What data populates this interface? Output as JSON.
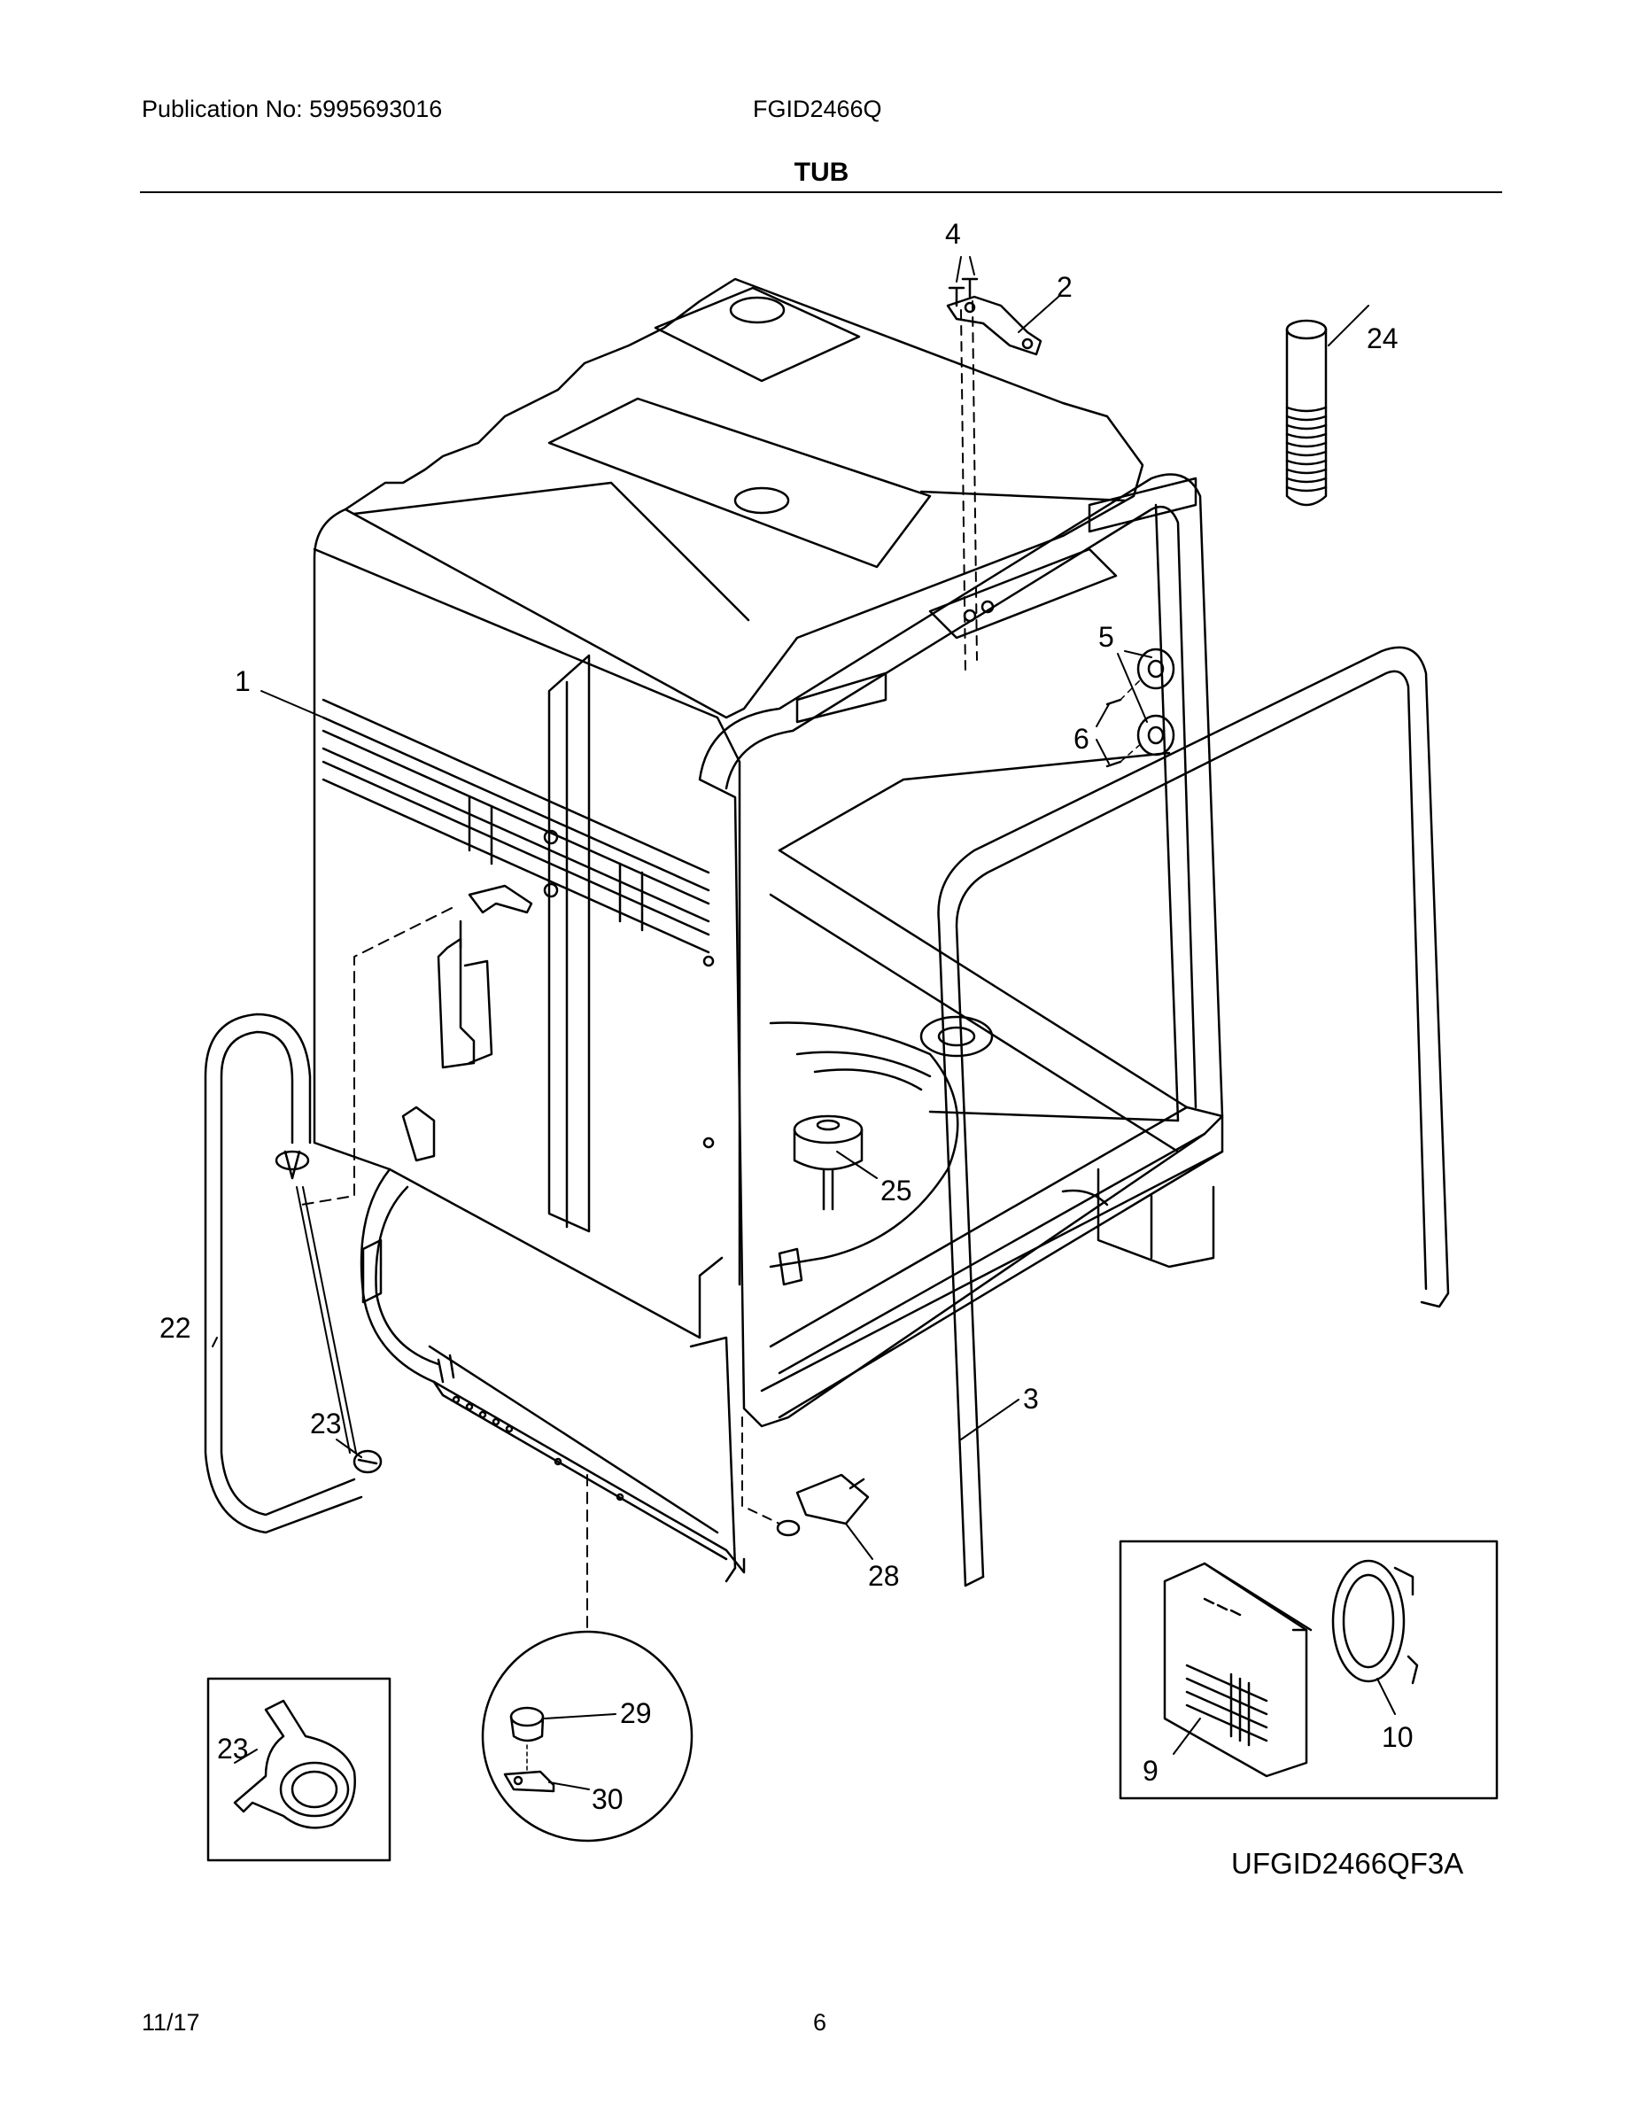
{
  "header": {
    "publication": "Publication No: 5995693016",
    "model": "FGID2466Q",
    "title": "TUB"
  },
  "diagram": {
    "code": "UFGID2466QF3A",
    "callouts": {
      "c1": "1",
      "c2": "2",
      "c3": "3",
      "c4": "4",
      "c5": "5",
      "c6": "6",
      "c9": "9",
      "c10": "10",
      "c22": "22",
      "c23a": "23",
      "c23b": "23",
      "c24": "24",
      "c25": "25",
      "c28": "28",
      "c29": "29",
      "c30": "30"
    }
  },
  "footer": {
    "date": "11/17",
    "page": "6"
  }
}
